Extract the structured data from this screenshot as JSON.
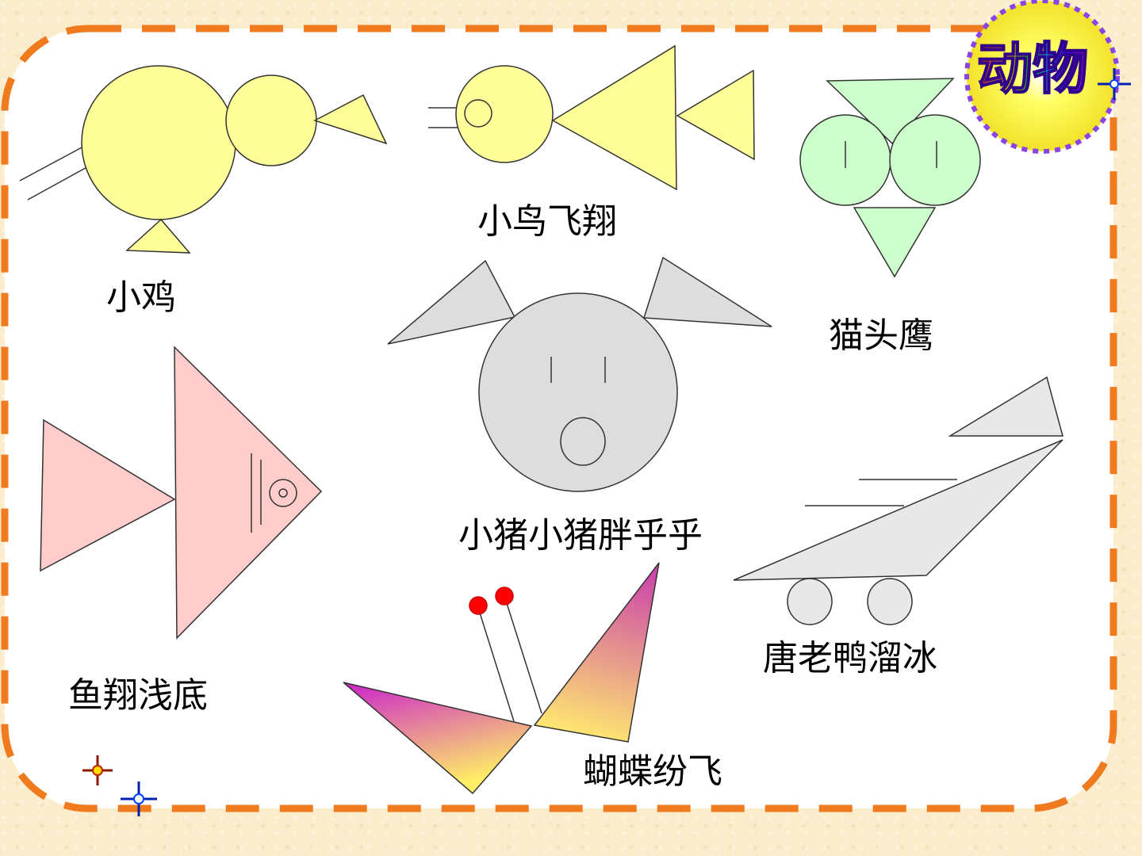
{
  "slide": {
    "title": "动物",
    "animals": {
      "chick": "小鸡",
      "bird": "小鸟飞翔",
      "owl": "猫头鹰",
      "pig": "小猪小猪胖乎乎",
      "fish": "鱼翔浅底",
      "duck": "唐老鸭溜冰",
      "butterfly": "蝴蝶纷飞"
    }
  },
  "colors": {
    "frame": "#f07a1e",
    "chick": "#ffff99",
    "owl": "#ccffcc",
    "pig": "#dddddd",
    "fish": "#ffcccc",
    "duck": "#e8e8e8",
    "butterfly_start": "#cc33cc",
    "butterfly_end": "#ffee66",
    "antenna_tip": "#ff0000",
    "badge_border": "#8a44e6"
  },
  "icons": [
    "sparkle-icon-red",
    "sparkle-icon-blue"
  ]
}
